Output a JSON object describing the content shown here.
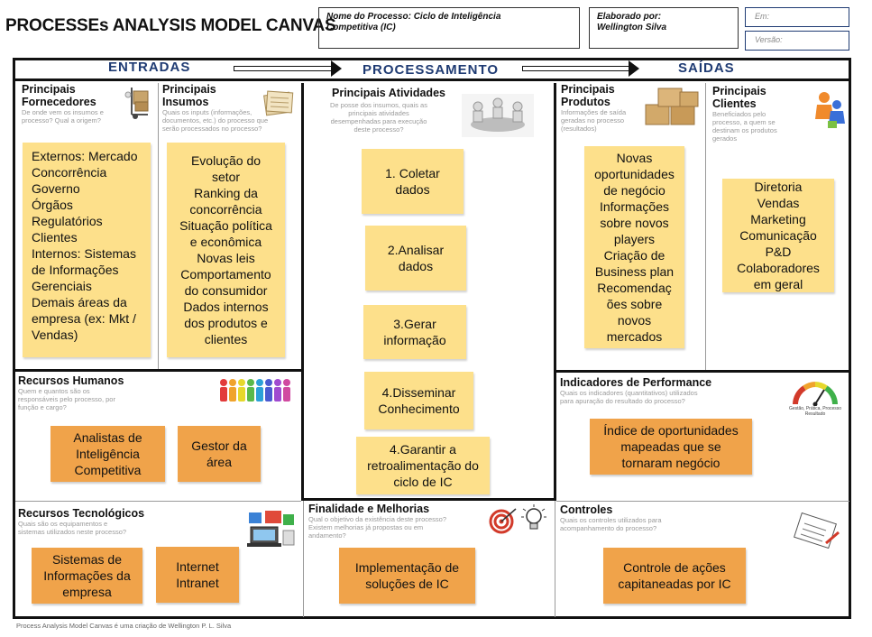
{
  "header": {
    "title": "PROCESSEs ANALYSIS MODEL CANVAS",
    "process_name": [
      "Nome do Processo: Ciclo de Inteligência",
      "Competitiva (IC)"
    ],
    "prepared_by": [
      "Elaborado por:",
      "Wellington Silva"
    ],
    "in_label": "Em:",
    "version_label": "Versão:"
  },
  "bands": {
    "inputs": "ENTRADAS",
    "processing": "PROCESSAMENTO",
    "outputs": "SAÍDAS"
  },
  "suppliers": {
    "title": [
      "Principais",
      "Fornecedores"
    ],
    "subtitle": [
      "De onde vem os insumos e",
      "processo? Qual a origem?"
    ],
    "note": [
      "Externos: Mercado",
      "Concorrência",
      "Governo",
      "Órgãos",
      "Regulatórios",
      "Clientes",
      "Internos: Sistemas",
      "de Informações",
      "Gerenciais",
      "Demais áreas da",
      "empresa (ex: Mkt /",
      "Vendas)"
    ]
  },
  "inputs": {
    "title": [
      "Principais",
      "Insumos"
    ],
    "subtitle": [
      "Quais os inputs (informações,",
      "documentos, etc.) do processo que",
      "serão processados no processo?"
    ],
    "note": [
      "Evolução do",
      "setor",
      "Ranking da",
      "concorrência",
      "Situação política",
      "e econômica",
      "Novas leis",
      "Comportamento",
      "do consumidor",
      "Dados internos",
      "dos produtos e",
      "clientes"
    ]
  },
  "activities": {
    "title": "Principais Atividades",
    "subtitle": [
      "De posse dos insumos, quais as",
      "principais atividades",
      "desempenhadas para execução",
      "deste processo?"
    ],
    "steps": [
      [
        "1. Coletar",
        "dados"
      ],
      [
        "2.Analisar",
        "dados"
      ],
      [
        "3.Gerar",
        "informação"
      ],
      [
        "4.Disseminar",
        "Conhecimento"
      ],
      [
        "4.Garantir a",
        "retroalimentação do",
        "ciclo de IC"
      ]
    ]
  },
  "products": {
    "title": [
      "Principais",
      "Produtos"
    ],
    "subtitle": [
      "Informações de saída",
      "geradas no processo",
      "(resultados)"
    ],
    "note": [
      "Novas",
      "oportunidades",
      "de negócio",
      "Informações",
      "sobre novos",
      "players",
      "Criação de",
      "Business plan",
      "Recomendaç",
      "ões sobre",
      "novos",
      "mercados"
    ]
  },
  "clients": {
    "title": [
      "Principais",
      "Clientes"
    ],
    "subtitle": [
      "Beneficiados pelo",
      "processo, a quem se",
      "destinam os produtos",
      "gerados"
    ],
    "note": [
      "Diretoria",
      "Vendas",
      "Marketing",
      "Comunicação",
      "P&D",
      "Colaboradores",
      "em geral"
    ]
  },
  "human": {
    "title": "Recursos Humanos",
    "subtitle": [
      "Quem e quantos são os",
      "responsáveis pelo processo, por",
      "função e cargo?"
    ],
    "boxes": [
      [
        "Analistas de",
        "Inteligência",
        "Competitiva"
      ],
      [
        "Gestor da",
        "área"
      ]
    ]
  },
  "tech": {
    "title": "Recursos Tecnológicos",
    "subtitle": [
      "Quais são os equipamentos e",
      "sistemas utilizados neste processo?"
    ],
    "boxes": [
      [
        "Sistemas de",
        "Informações da",
        "empresa"
      ],
      [
        "Internet",
        "Intranet"
      ]
    ]
  },
  "purpose": {
    "title": "Finalidade e Melhorias",
    "subtitle": [
      "Qual o objetivo da existência deste processo?",
      "Existem melhorias já propostas ou em",
      "andamento?"
    ],
    "box": [
      "Implementação de",
      "soluções de IC"
    ]
  },
  "kpi": {
    "title": "Indicadores de Performance",
    "subtitle": [
      "Quais os indicadores (quantitativos) utilizados",
      "para apuração do resultado do processo?"
    ],
    "gauge_caption": [
      "Gestão, Prática, Processo",
      "Resultado"
    ],
    "box": [
      "Índice de oportunidades",
      "mapeadas que se",
      "tornaram negócio"
    ]
  },
  "controls": {
    "title": "Controles",
    "subtitle": [
      "Quais os controles utilizados para",
      "acompanhamento do processo?"
    ],
    "box": [
      "Controle de ações",
      "capitaneadas por IC"
    ]
  },
  "footer": "Process Analysis Model Canvas é uma criação de Wellington P. L. Silva"
}
